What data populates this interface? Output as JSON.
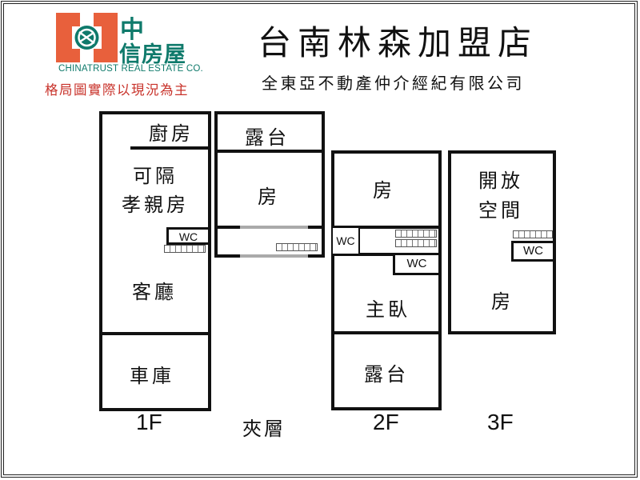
{
  "header": {
    "brand_cn_top": "中",
    "brand_cn_bottom": "信房屋",
    "brand_en": "CHINATRUST REAL ESTATE CO.",
    "disclaimer": "格局圖實際以現況為主",
    "title": "台南林森加盟店",
    "subtitle": "全東亞不動產仲介經紀有限公司",
    "colors": {
      "brand_orange": "#e8603c",
      "brand_green": "#0f7a6b",
      "disclaimer_red": "#c8322a"
    }
  },
  "floors": [
    {
      "label": "1F",
      "rooms": [
        {
          "name": "廚房"
        },
        {
          "name_line1": "可隔",
          "name_line2": "孝親房"
        },
        {
          "name": "WC"
        },
        {
          "name": "客廳"
        },
        {
          "name": "車庫"
        }
      ]
    },
    {
      "label": "夾層",
      "rooms": [
        {
          "name": "露台"
        },
        {
          "name": "房"
        }
      ]
    },
    {
      "label": "2F",
      "rooms": [
        {
          "name": "房"
        },
        {
          "name": "WC"
        },
        {
          "name": "WC"
        },
        {
          "name": "主臥"
        },
        {
          "name": "露台"
        }
      ]
    },
    {
      "label": "3F",
      "rooms": [
        {
          "name_line1": "開放",
          "name_line2": "空間"
        },
        {
          "name": "WC"
        },
        {
          "name": "房"
        }
      ]
    }
  ]
}
